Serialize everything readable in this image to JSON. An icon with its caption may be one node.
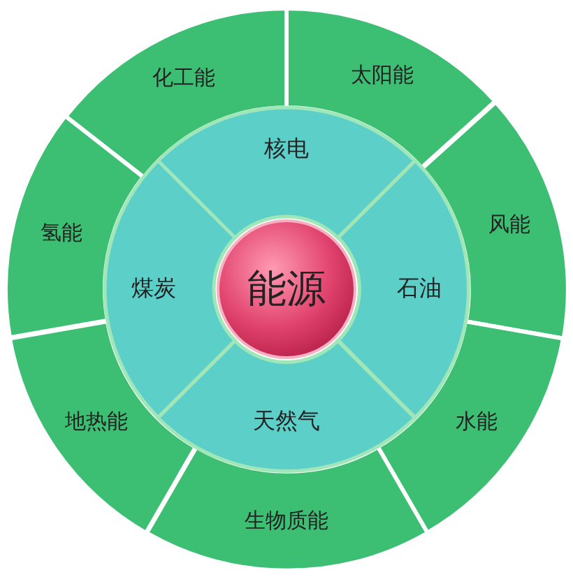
{
  "diagram": {
    "nodes": [
      {
        "text": [
          "能源"
        ]
      },
      {
        "text": [
          "核电"
        ]
      },
      {
        "text": [
          "石油"
        ]
      },
      {
        "text": [
          "天然气"
        ]
      },
      {
        "text": [
          "煤炭"
        ]
      },
      {
        "text": [
          "化工能"
        ]
      },
      {
        "text": [
          "太阳能"
        ]
      },
      {
        "text": [
          "风能"
        ]
      },
      {
        "text": [
          "水能"
        ]
      },
      {
        "text": [
          "生物质能"
        ]
      },
      {
        "text": [
          "地热能"
        ]
      },
      {
        "text": [
          "氢能"
        ]
      }
    ]
  }
}
